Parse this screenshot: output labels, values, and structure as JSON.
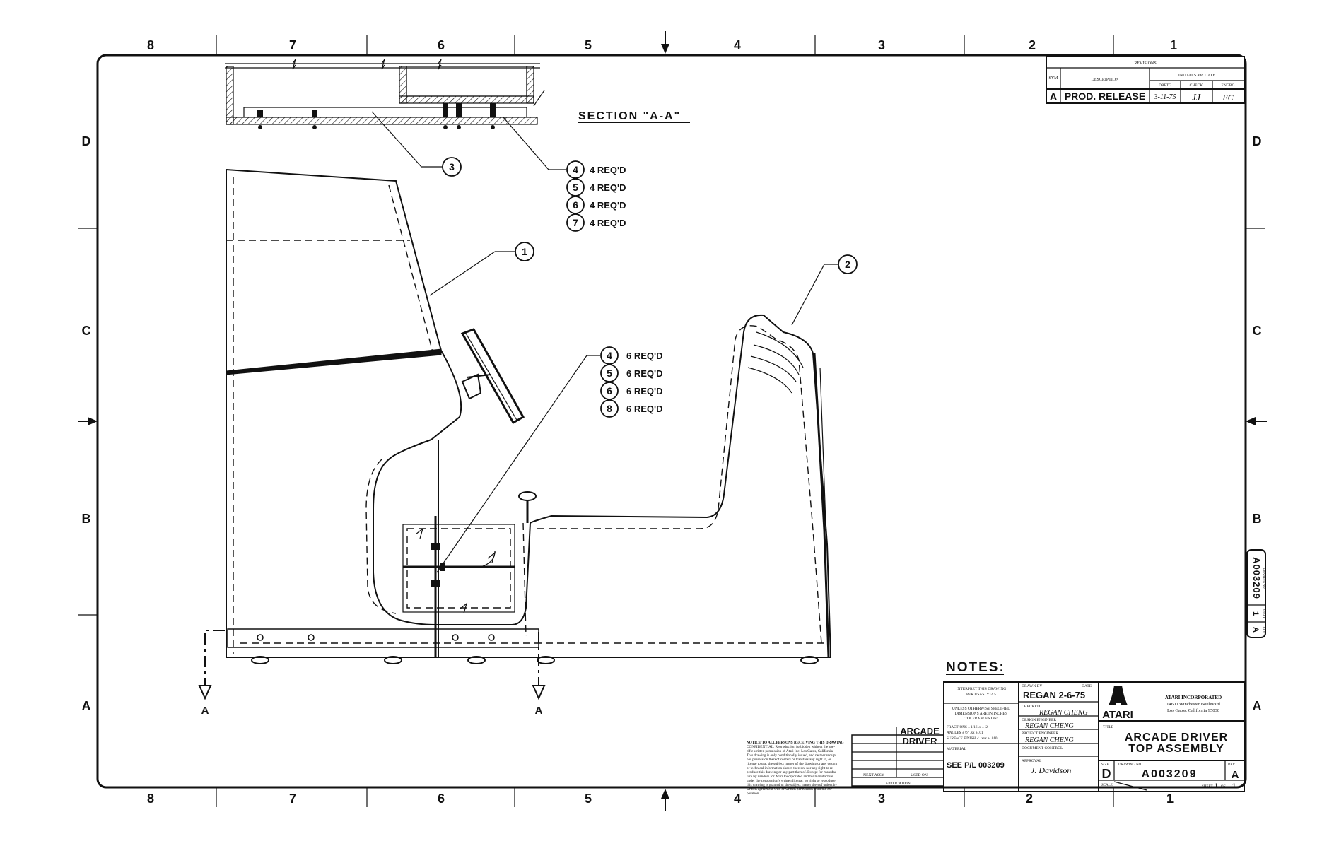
{
  "border": {
    "col_labels": [
      "8",
      "7",
      "6",
      "5",
      "4",
      "3",
      "2",
      "1"
    ],
    "row_labels": [
      "D",
      "C",
      "B",
      "A"
    ]
  },
  "revisions": {
    "heading": "REVISIONS",
    "sym_header": "SYM",
    "desc_header": "DESCRIPTION",
    "initials_header": "INITIALS and DATE",
    "drftg_header": "DRFTG",
    "check_header": "CHECK",
    "engrg_header": "ENGRG",
    "rows": [
      {
        "sym": "A",
        "description": "PROD. RELEASE",
        "date": "3-11-75",
        "check": "JJ",
        "engrg": "EC"
      }
    ]
  },
  "section": {
    "title": "SECTION \"A-A\"",
    "cut_label_left": "A",
    "cut_label_right": "A"
  },
  "callouts": [
    {
      "num": "1"
    },
    {
      "num": "2"
    },
    {
      "num": "3"
    }
  ],
  "req_group_top": [
    {
      "num": "4",
      "text": "4 REQ'D"
    },
    {
      "num": "5",
      "text": "4 REQ'D"
    },
    {
      "num": "6",
      "text": "4 REQ'D"
    },
    {
      "num": "7",
      "text": "4 REQ'D"
    }
  ],
  "req_group_mid": [
    {
      "num": "4",
      "text": "6 REQ'D"
    },
    {
      "num": "5",
      "text": "6 REQ'D"
    },
    {
      "num": "6",
      "text": "6 REQ'D"
    },
    {
      "num": "8",
      "text": "6 REQ'D"
    }
  ],
  "notes": {
    "title": "NOTES:"
  },
  "title_block": {
    "notice": [
      "NOTICE TO ALL PERSONS RECEIVING THIS DRAWING",
      "CONFIDENTIAL. Reproduction forbidden without the spe-",
      "cific written permission of Atari Inc. Los Gatos, California.",
      "This drawing is only conditionally issued, and neither receipt",
      "nor possession thereof confers or transfers any right in, or",
      "license to use, the subject matter of the drawing or any design",
      "or technical information shown thereon, nor any right to re-",
      "produce this drawing or any part thereof. Except for manufac-",
      "ture by vendors for Atari Incorporated and for manufacture",
      "under the corporation's written license, no right to reproduce",
      "this drawing is granted or the subject matter thereof unless by",
      "written agreement with or written permission from the cor-",
      "poration."
    ],
    "next_assy_label": "NEXT ASSY",
    "used_on_label": "USED ON",
    "application_label": "APPLICATION",
    "next_assy_value": "ARCADE DRIVER",
    "interpret": [
      "INTERPRET THIS DRAWING",
      "PER USASI Y14.5"
    ],
    "tolerances": [
      "UNLESS OTHERWISE SPECIFIED",
      "DIMENSIONS ARE IN INCHES",
      "TOLERANCES ON:"
    ],
    "fractions": "FRACTIONS ± 1/16   .x ± .2",
    "angles": "ANGLES ± ½°      .xx ± .01",
    "surface": "SURFACE FINISH ✓   .xxx ± .010",
    "material_label": "MATERIAL",
    "material_value": "SEE P/L 003209",
    "drawn_by_label": "DRAWN BY",
    "date_label": "DATE",
    "drawn_by_value": "REGAN  2-6-75",
    "checked_label": "CHECKED",
    "checked_value": "REGAN CHENG",
    "design_engineer_label": "DESIGN ENGINEER",
    "design_engineer_value": "REGAN CHENG",
    "project_engineer_label": "PROJECT ENGINEER",
    "project_engineer_value": "REGAN CHENG",
    "document_control_label": "DOCUMENT CONTROL",
    "approval_label": "APPROVAL",
    "approval_value": "J. Davidson",
    "company_logo_text": "ATARI",
    "company_name": "ATARI INCORPORATED",
    "company_address": "14600 Winchester Boulevard",
    "company_city": "Los Gatos, California 95030",
    "title_label": "TITLE",
    "title_line1": "ARCADE DRIVER",
    "title_line2": "TOP ASSEMBLY",
    "size_label": "SIZE",
    "size_value": "D",
    "drawing_no_label": "DRAWING NO",
    "drawing_no_value": "A003209",
    "rev_label": "REV",
    "rev_value": "A",
    "scale_label": "SCALE",
    "sheet_label": "SHEET",
    "sheet_value": "1",
    "of_label": "OF",
    "of_value": "1"
  },
  "side_tab": {
    "drawing_no_label": "DRAWING NO",
    "drawing_no_value": "A003209",
    "sheet_label": "SHEET",
    "sheet_value": "1",
    "rev_label": "REV",
    "rev_value": "A"
  }
}
